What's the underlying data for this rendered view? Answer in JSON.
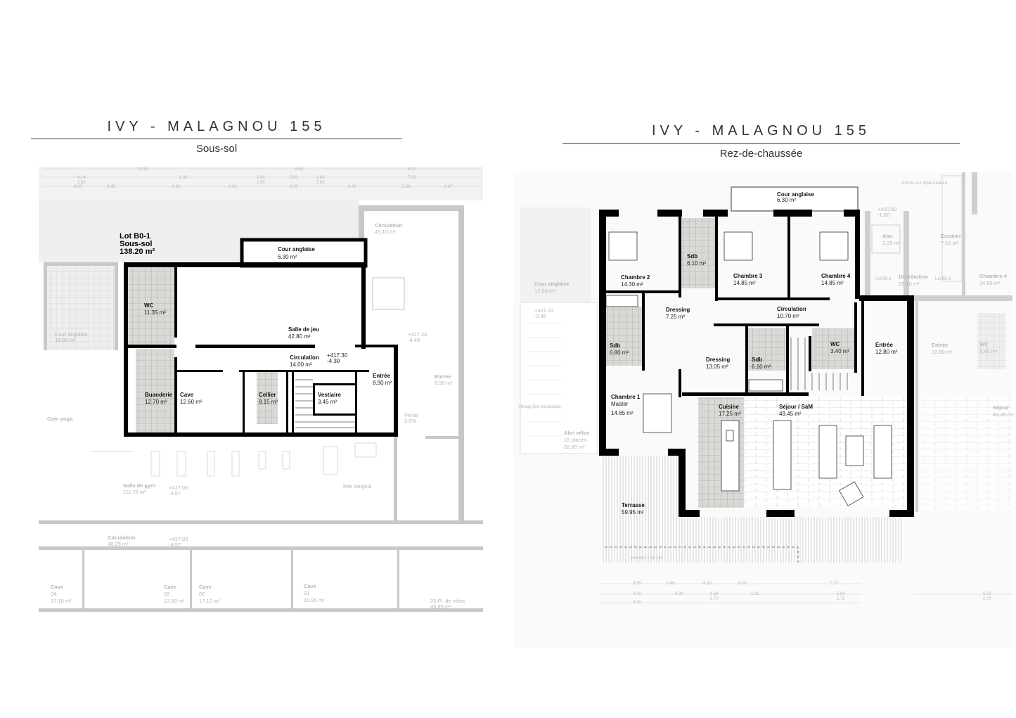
{
  "left": {
    "title": "IVY - MALAGNOU 155",
    "subtitle": "Sous-sol",
    "lot": {
      "line1": "Lot B0-1",
      "line2": "Sous-sol",
      "line3": "138.20 m²"
    },
    "rooms": {
      "cour": {
        "name": "Cour anglaise",
        "area": "6.30 m²"
      },
      "wc": {
        "name": "WC",
        "area": "11.35 m²"
      },
      "jeu": {
        "name": "Salle de jeu",
        "area": "42.80 m²"
      },
      "circ": {
        "name": "Circulation",
        "area": "14.00 m²",
        "level1": "+417.30",
        "level2": "-4.30"
      },
      "entree": {
        "name": "Entrée",
        "area": "8.90 m²"
      },
      "buand": {
        "name": "Buanderie",
        "area": "12.70 m²"
      },
      "cave": {
        "name": "Cave",
        "area": "12.60 m²"
      },
      "cellier": {
        "name": "Cellier",
        "area": "8.15 m²"
      },
      "vest": {
        "name": "Vestiaire",
        "area": "3.45 m²"
      }
    },
    "context": {
      "circ_top": {
        "name": "Circulation",
        "area": "45.10 m²"
      },
      "cour2": {
        "name": "Cour anglaise",
        "area": "18.80 m²"
      },
      "level_a": {
        "l1": "+417.20",
        "l2": "-4.40"
      },
      "entree2": {
        "name": "Entrée",
        "area": "8.90 m²"
      },
      "pente": {
        "name": "Pente",
        "value": "3.5%"
      },
      "yoga": "Coin yoga",
      "gym": {
        "name": "Salle de gym",
        "area": "111.70 m²",
        "l1": "+417.03",
        "l2": "-4.57"
      },
      "weights": "free weights",
      "circ_bot": {
        "name": "Circulation",
        "area": "48.25 m²",
        "l1": "+417.03",
        "l2": "-4.57"
      },
      "caves": [
        {
          "name": "Cave",
          "num": "04",
          "area": "17.10 m²"
        },
        {
          "name": "Cave",
          "num": "03",
          "area": "17.50 m²"
        },
        {
          "name": "Cave",
          "num": "02",
          "area": "17.10 m²"
        },
        {
          "name": "Cave",
          "num": "01",
          "area": "16.95 m²"
        }
      ],
      "velos": {
        "name": "25 Pl. de vélos",
        "area": "45.95 m²"
      }
    },
    "dims": {
      "row1": [
        "10.95",
        "6.50",
        "6.00"
      ],
      "row2": [
        "4.14",
        "2.80",
        "6.98",
        "1.80",
        "2.85",
        "2.00",
        "1.80",
        "2.85",
        "7.20"
      ],
      "row3": [
        "4.00",
        "0.45",
        "6.30",
        "0.20",
        "6.30",
        "0.47",
        "5.06",
        "0.47"
      ]
    }
  },
  "right": {
    "title": "IVY - MALAGNOU 155",
    "subtitle": "Rez-de-chaussée",
    "rooms": {
      "cour": {
        "name": "Cour anglaise",
        "area": "6.30 m²"
      },
      "ch2": {
        "name": "Chambre 2",
        "area": "14.30 m²"
      },
      "sdb1": {
        "name": "Sdb",
        "area": "6.10 m²"
      },
      "ch3": {
        "name": "Chambre 3",
        "area": "14.85 m²"
      },
      "ch4": {
        "name": "Chambre 4",
        "area": "14.85 m²"
      },
      "dress1": {
        "name": "Dressing",
        "area": "7.25 m²"
      },
      "circ": {
        "name": "Circulation",
        "area": "10.70 m²"
      },
      "sdb2": {
        "name": "Sdb",
        "area": "6.80 m²"
      },
      "dress2": {
        "name": "Dressing",
        "area": "13.05 m²"
      },
      "sdb3": {
        "name": "Sdb",
        "area": "6.10 m²"
      },
      "wc": {
        "name": "WC",
        "area": "3.40 m²"
      },
      "entree": {
        "name": "Entrée",
        "area": "12.80 m²"
      },
      "ch1": {
        "name": "Chambre 1",
        "sub": "Master",
        "area": "14.65 m²"
      },
      "cuisine": {
        "name": "Cuisine",
        "area": "17.25 m²"
      },
      "sejour": {
        "name": "Séjour / SàM",
        "area": "49.45 m²"
      },
      "terrasse": {
        "name": "Terrasse",
        "area": "59.95 m²"
      },
      "muret": "Muret h = 50 cm"
    },
    "context": {
      "cour2": {
        "name": "Cour anglaise",
        "area": "12.50 m²"
      },
      "level_a": {
        "l1": "+421.15",
        "l2": "-0.45"
      },
      "velos": {
        "name": "Abri vélos",
        "places": "15 places",
        "area": "32.80 m²"
      },
      "vitrage": "Vitrage fixe translucide",
      "entree_triple": "Entrée sur triple hauteur",
      "level_b": {
        "l1": "+420.60",
        "l2": "-1.00"
      },
      "asc": {
        "name": "Asc.",
        "area": "3.25 m²"
      },
      "escalier": {
        "name": "Escalier",
        "area": "7.15 m²"
      },
      "distribution": {
        "name": "Distribution",
        "area": "23.10 m²"
      },
      "lot1": "Lot B0-1",
      "lot2": "Lot B0-2",
      "ch4b": {
        "name": "Chambre 4",
        "area": "14.85 m²"
      },
      "entree2": {
        "name": "Entrée",
        "area": "12.80 m²"
      },
      "wc2": {
        "name": "WC",
        "area": "3.40 m²"
      },
      "sejour2": {
        "name": "Séjour",
        "area": "49.45 m²"
      }
    },
    "dims": {
      "row1": [
        "3.55",
        "0.45",
        "4.20",
        "0.13",
        "7.27"
      ],
      "row2": [
        "4.00",
        "0.94",
        "3.64",
        "2.70",
        "1.42",
        "5.00",
        "2.70",
        "5.00",
        "2.70"
      ],
      "row3": [
        "4.00"
      ]
    }
  }
}
